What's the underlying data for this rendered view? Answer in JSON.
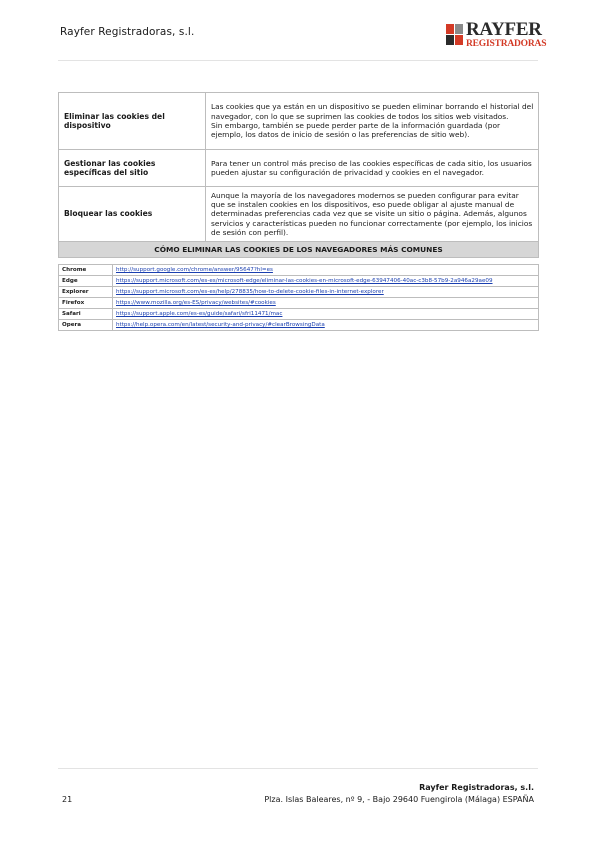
{
  "header": {
    "company": "Rayfer Registradoras, s.l.",
    "logo": {
      "line1": "RAYFER",
      "line2": "REGISTRADORAS",
      "colors": [
        "#d33a26",
        "#2b2b2b",
        "#8a8a8a",
        "#d33a26"
      ]
    }
  },
  "cookie_table": {
    "rows": [
      {
        "key": "Eliminar las cookies del dispositivo",
        "value": "Las cookies que ya están en un dispositivo se pueden eliminar borrando el historial del navegador, con lo que se suprimen las cookies de todos los sitios web visitados.\nSin embargo, también se puede perder parte de la información guardada (por ejemplo, los datos de inicio de sesión o las preferencias de sitio web)."
      },
      {
        "key": "Gestionar las cookies específicas del sitio",
        "value": "Para tener un control más preciso de las cookies específicas de cada sitio, los usuarios pueden ajustar su configuración de privacidad y cookies en el navegador."
      },
      {
        "key": "Bloquear las cookies",
        "value": "Aunque la mayoría de los navegadores modernos se pueden configurar para evitar que se instalen cookies en los dispositivos, eso puede obligar al ajuste manual de determinadas preferencias cada vez que se visite un sitio o página. Además, algunos servicios y características pueden no funcionar correctamente (por ejemplo, los inicios de sesión con perfil)."
      }
    ],
    "section_heading": "CÓMO ELIMINAR LAS COOKIES DE LOS NAVEGADORES MÁS COMUNES"
  },
  "browsers": [
    {
      "name": "Chrome",
      "url": "http://support.google.com/chrome/answer/95647?hl=es"
    },
    {
      "name": "Edge",
      "url": "https://support.microsoft.com/es-es/microsoft-edge/eliminar-las-cookies-en-microsoft-edge-63947406-40ac-c3b8-57b9-2a946a29ae09"
    },
    {
      "name": "Explorer",
      "url": "https://support.microsoft.com/es-es/help/278835/how-to-delete-cookie-files-in-internet-explorer"
    },
    {
      "name": "Firefox",
      "url": "https://www.mozilla.org/es-ES/privacy/websites/#cookies"
    },
    {
      "name": "Safari",
      "url": "https://support.apple.com/es-es/guide/safari/sfri11471/mac"
    },
    {
      "name": "Opera",
      "url": "https://help.opera.com/en/latest/security-and-privacy/#clearBrowsingData"
    }
  ],
  "footer": {
    "company": "Rayfer Registradoras, s.l.",
    "address": "Plza. Islas Baleares, nº 9, - Bajo 29640 Fuengirola (Málaga) ESPAÑA",
    "page_number": "21"
  }
}
